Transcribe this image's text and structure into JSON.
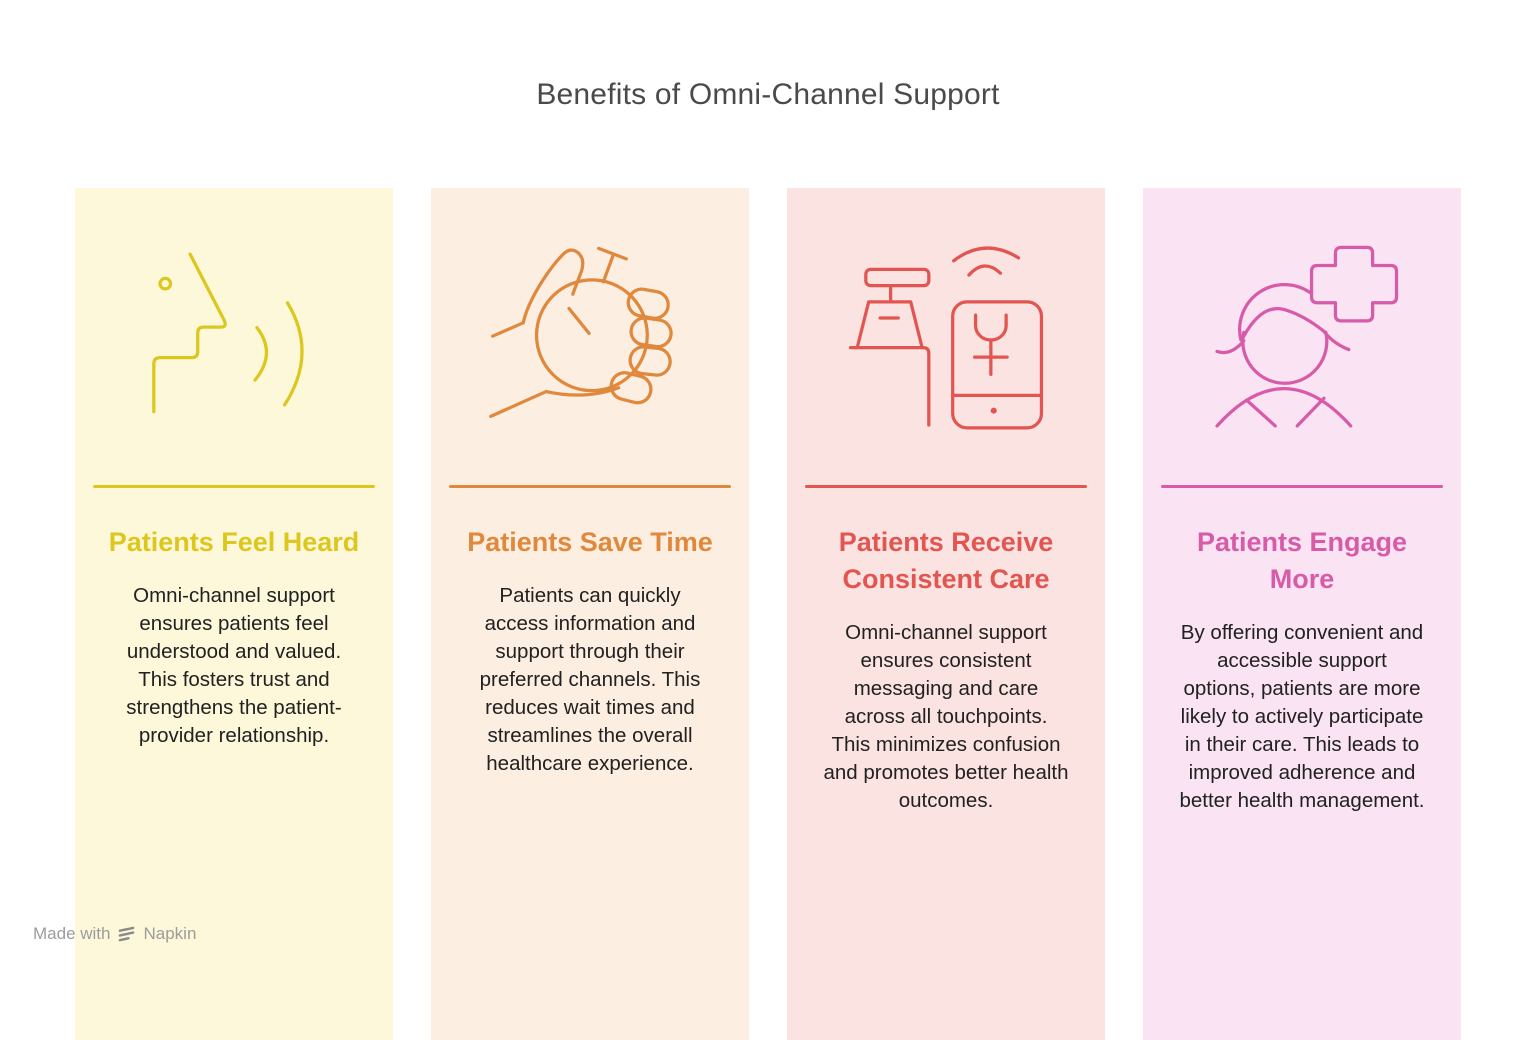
{
  "title": "Benefits of Omni-Channel Support",
  "title_color": "#4a4a4a",
  "body_text_color": "#212121",
  "watermark": {
    "prefix": "Made with",
    "brand": "Napkin",
    "logo_icon": "napkin-logo-icon",
    "color": "#9c9c9c"
  },
  "cards": [
    {
      "icon": "speaking-person-icon",
      "heading": "Patients Feel Heard",
      "body": "Omni-channel support ensures patients feel understood and valued. This fosters trust and strengthens the patient-provider relationship.",
      "accent": "#ddc71e",
      "background": "#fdf8da"
    },
    {
      "icon": "hand-stopwatch-icon",
      "heading": "Patients Save Time",
      "body": "Patients can quickly access information and support through their preferred channels. This reduces wait times and streamlines the overall healthcare experience.",
      "accent": "#e0883b",
      "background": "#fceee1"
    },
    {
      "icon": "service-desk-phone-icon",
      "heading": "Patients Receive Consistent Care",
      "body": "Omni-channel support ensures consistent messaging and care across all touchpoints. This minimizes confusion and promotes better health outcomes.",
      "accent": "#e25551",
      "background": "#fbe3e1"
    },
    {
      "icon": "patient-medical-cross-icon",
      "heading": "Patients Engage More",
      "body": "By offering convenient and accessible support options, patients are more likely to actively participate in their care. This leads to improved adherence and better health management.",
      "accent": "#d75ba8",
      "background": "#fae3f2"
    }
  ]
}
